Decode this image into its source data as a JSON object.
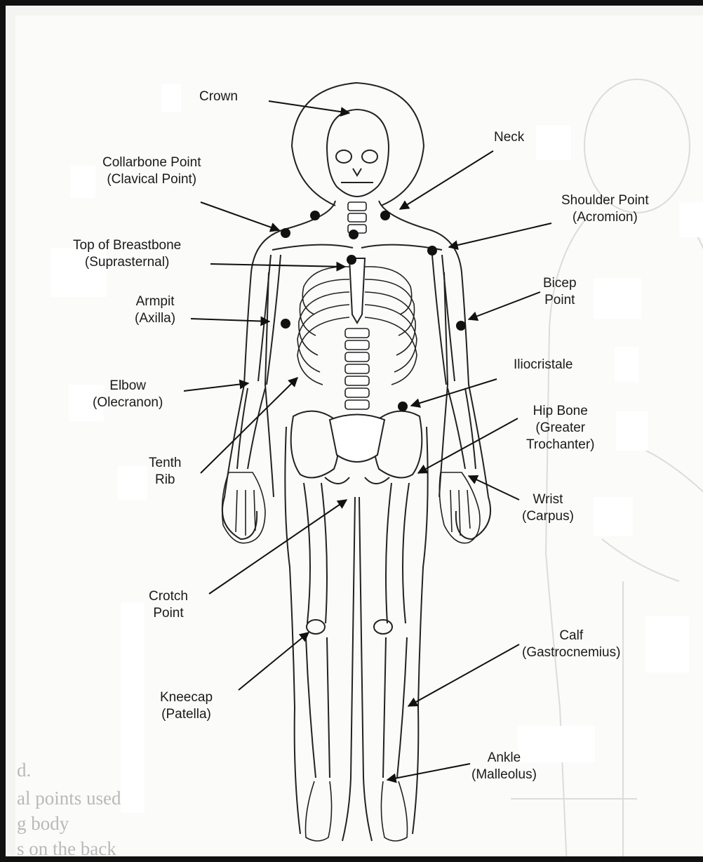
{
  "labels": {
    "crown": "Crown",
    "neck": "Neck",
    "collarbone": "Collarbone Point\n(Clavical Point)",
    "shoulder": "Shoulder Point\n(Acromion)",
    "breastbone": "Top of Breastbone\n(Suprasternal)",
    "bicep": "Bicep\nPoint",
    "armpit": "Armpit\n(Axilla)",
    "iliocristale": "Iliocristale",
    "elbow": "Elbow\n(Olecranon)",
    "hip": "Hip Bone\n(Greater\nTrochanter)",
    "tenth_rib": "Tenth\nRib",
    "wrist": "Wrist\n(Carpus)",
    "crotch": "Crotch\nPoint",
    "calf": "Calf\n(Gastrocnemius)",
    "kneecap": "Kneecap\n(Patella)",
    "ankle": "Ankle\n(Malleolus)"
  },
  "bleed_through": {
    "line1": "d.",
    "line2": "al points used",
    "line3": "g body",
    "line4": "s on the back"
  }
}
